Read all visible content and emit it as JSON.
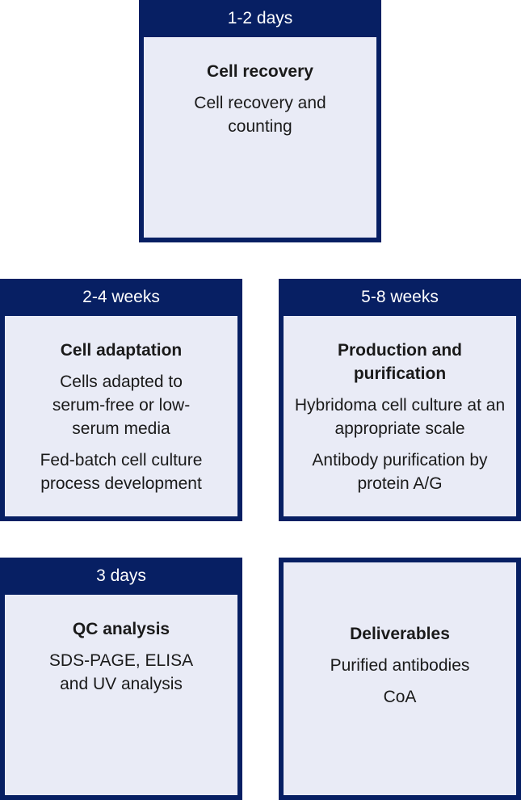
{
  "colors": {
    "frame": "#071f63",
    "panel": "#e9ebf6",
    "header_text": "#ffffff",
    "body_text": "#1a1a1a"
  },
  "cards": {
    "recovery": {
      "duration": "1-2 days",
      "title": "Cell recovery",
      "lines": [
        "Cell recovery and counting"
      ]
    },
    "adaptation": {
      "duration": "2-4 weeks",
      "title": "Cell adaptation",
      "lines": [
        "Cells adapted to serum-free or low-serum media",
        "Fed-batch cell culture process development"
      ]
    },
    "production": {
      "duration": "5-8 weeks",
      "title": "Production and purification",
      "lines": [
        "Hybridoma cell culture at an appropriate scale",
        "Antibody purification by protein A/G"
      ]
    },
    "qc": {
      "duration": "3 days",
      "title": "QC analysis",
      "lines": [
        "SDS-PAGE, ELISA and UV analysis"
      ]
    },
    "deliverables": {
      "title": "Deliverables",
      "lines": [
        "Purified antibodies",
        "CoA"
      ]
    }
  }
}
